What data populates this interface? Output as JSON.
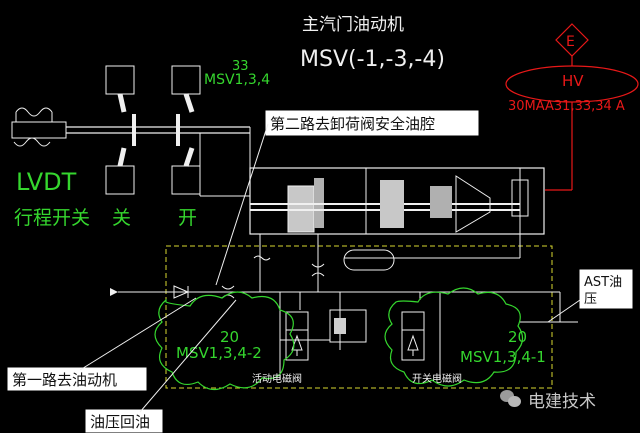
{
  "title_cn": "主汽门油动机",
  "title_code": "MSV(-1,-3,-4)",
  "hv_letter_e": "E",
  "hv_label": "HV",
  "hv_code": "30MAA31,33,34 A",
  "lvdt_label": "LVDT",
  "travel_switch_label": "行程开关",
  "close_label": "关",
  "open_label": "开",
  "msv_top_number": "33",
  "msv_top_code": "MSV1,3,4",
  "callout_second_path": "第二路去卸荷阀安全油腔",
  "callout_first_path": "第一路去油动机",
  "callout_return_oil": "油压回油",
  "ast_label_line1": "AST油",
  "ast_label_line2": "压",
  "left_valve_number": "20",
  "left_valve_code": "MSV1,3,4-2",
  "left_valve_name": "活动电磁阀",
  "right_valve_number": "20",
  "right_valve_code": "MSV1,3,4-1",
  "right_valve_name": "开关电磁阀",
  "watermark": "电建技术",
  "colors": {
    "background": "#000000",
    "line_white": "#f0f0f0",
    "green": "#35d62e",
    "red": "#e81818",
    "yellow_dash": "#d8d830"
  }
}
